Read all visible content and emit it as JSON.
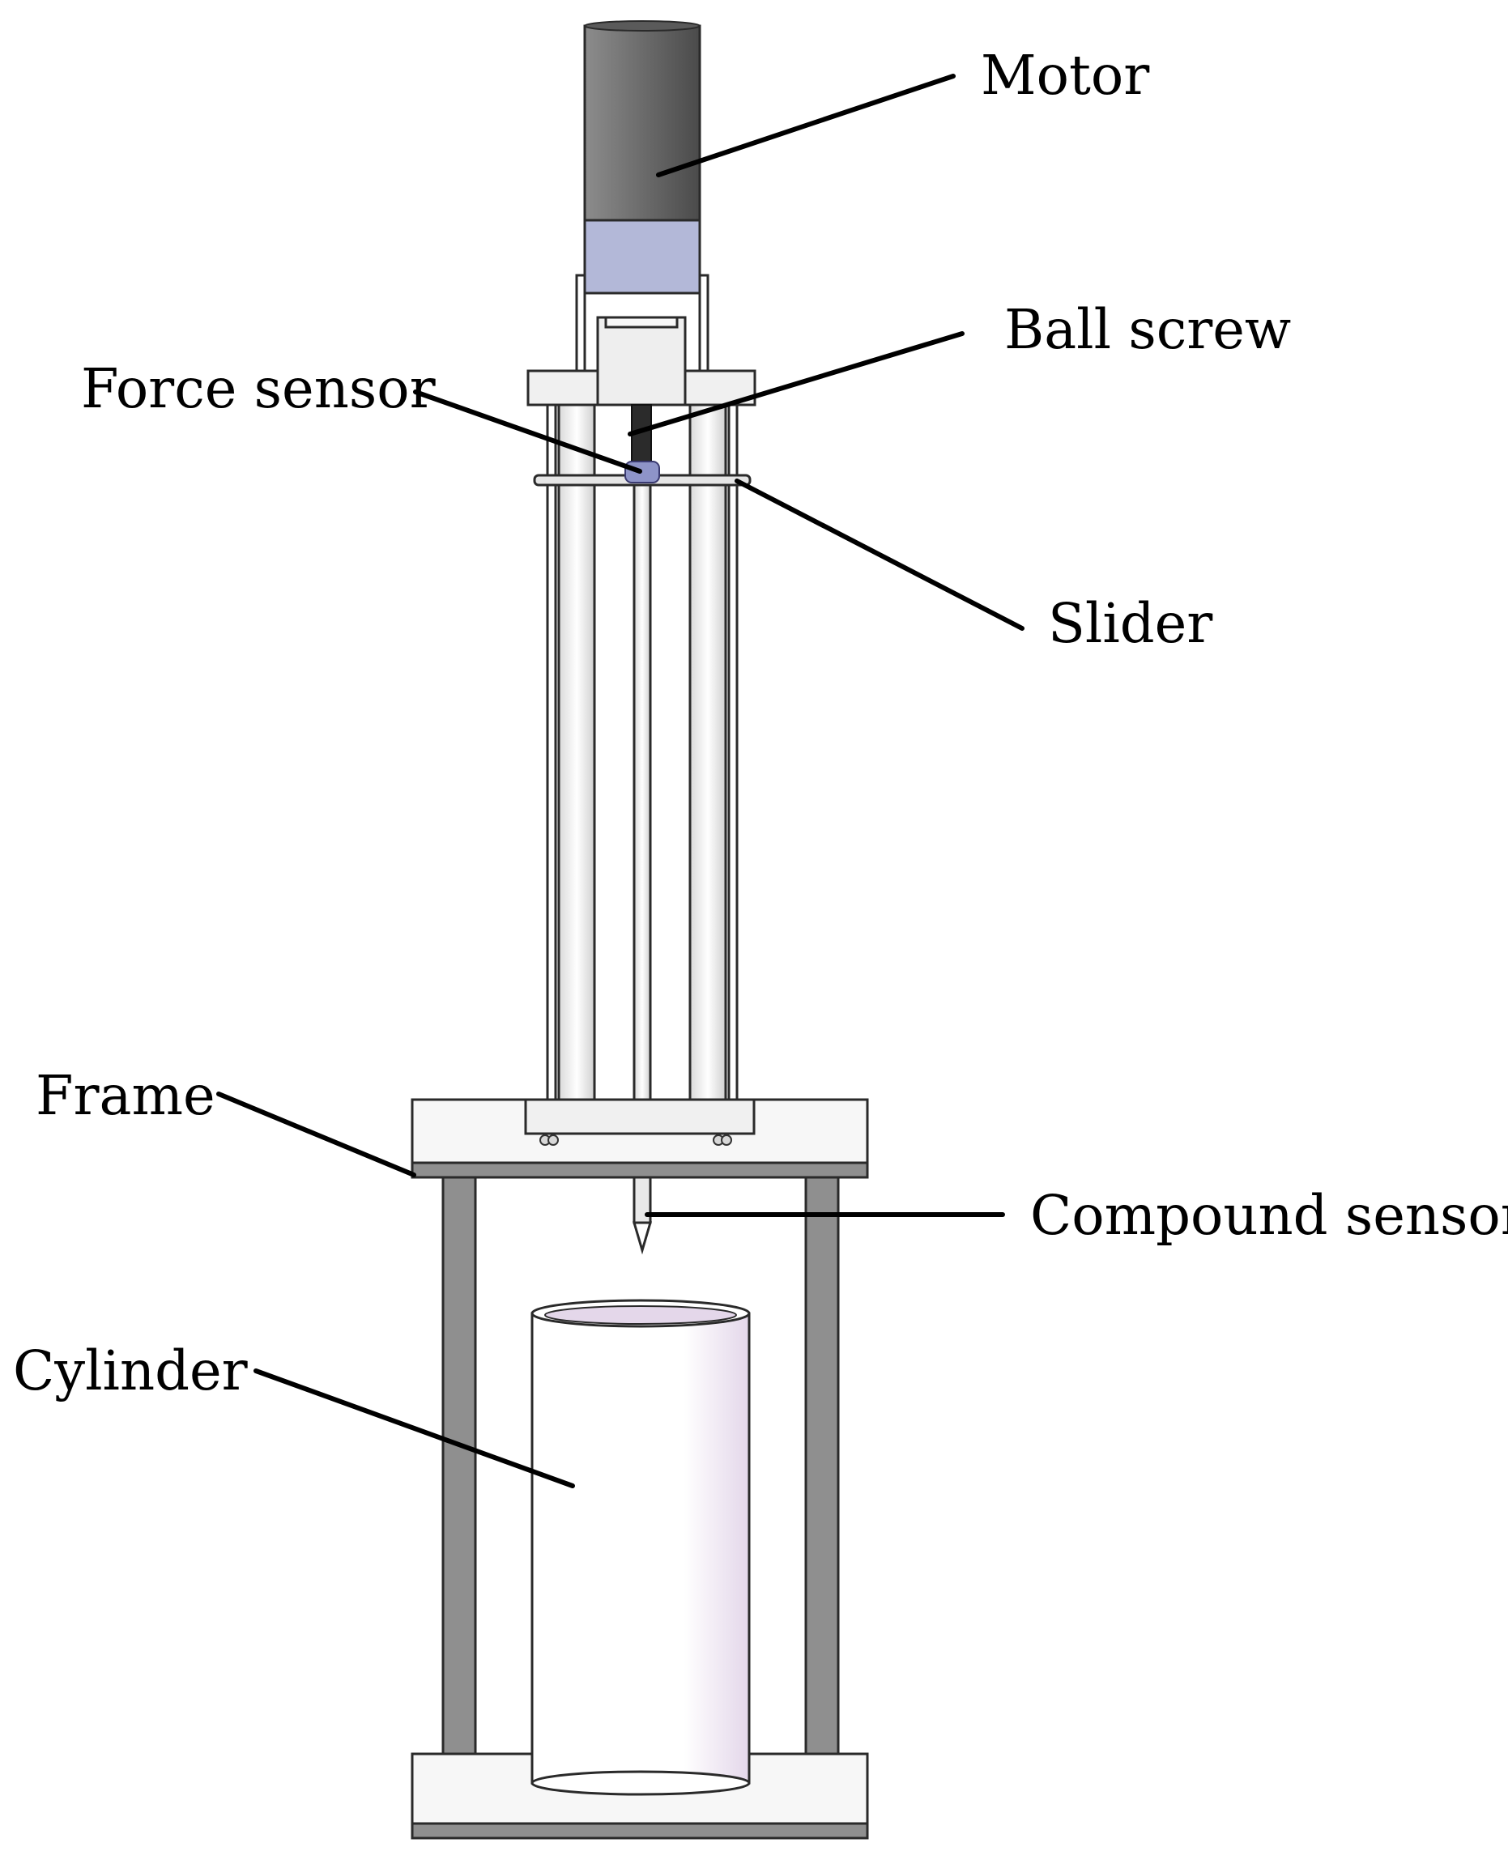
{
  "labels": {
    "motor": "Motor",
    "ball_screw": "Ball screw",
    "force_sensor": "Force sensor",
    "slider": "Slider",
    "frame": "Frame",
    "compound_sensor": "Compound sensor",
    "cylinder": "Cylinder"
  },
  "colors": {
    "motor_dark": "#4b4b4b",
    "motor_light": "#8c8c8c",
    "coupling": "#b3b8d8",
    "frame_gray": "#8f8f8f",
    "plate_light": "#f3f3f3",
    "force_sensor": "#8e94c8",
    "ball_screw": "#2b2b2b",
    "cylinder_tint": "#e4d7ea"
  }
}
